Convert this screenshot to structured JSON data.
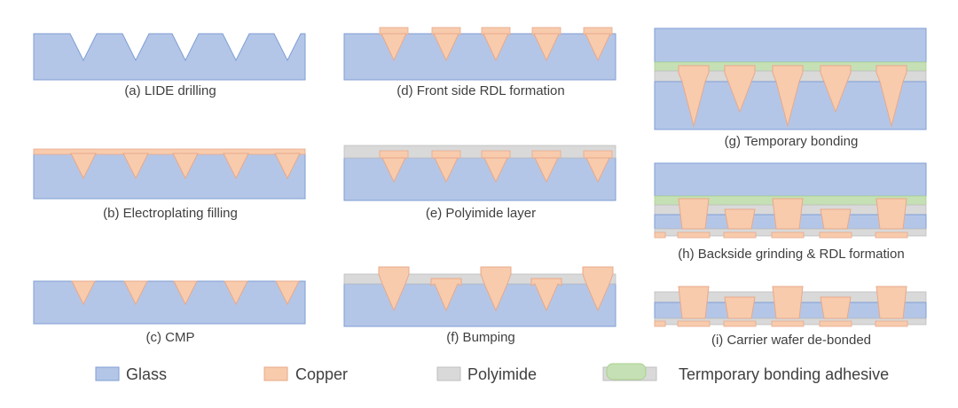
{
  "colors": {
    "glass": "#b4c6e7",
    "glass_stroke": "#7f9ed4",
    "copper": "#f8cbad",
    "copper_stroke": "#e7a98a",
    "polyimide": "#d9d9d9",
    "polyimide_stroke": "#bfbfbf",
    "adhesive": "#c5e0b4",
    "adhesive_stroke": "#a9d18e",
    "text": "#404040"
  },
  "captions": {
    "a": "(a) LIDE drilling",
    "b": "(b) Electroplating filling",
    "c": "(c) CMP",
    "d": "(d) Front side RDL formation",
    "e": "(e) Polyimide layer",
    "f": "(f) Bumping",
    "g": "(g) Temporary bonding",
    "h": "(h) Backside grinding & RDL formation",
    "i": "(i) Carrier wafer de-bonded"
  },
  "legend": {
    "glass": "Glass",
    "copper": "Copper",
    "polyimide": "Polyimide",
    "adhesive": "Termporary bonding adhesive"
  }
}
